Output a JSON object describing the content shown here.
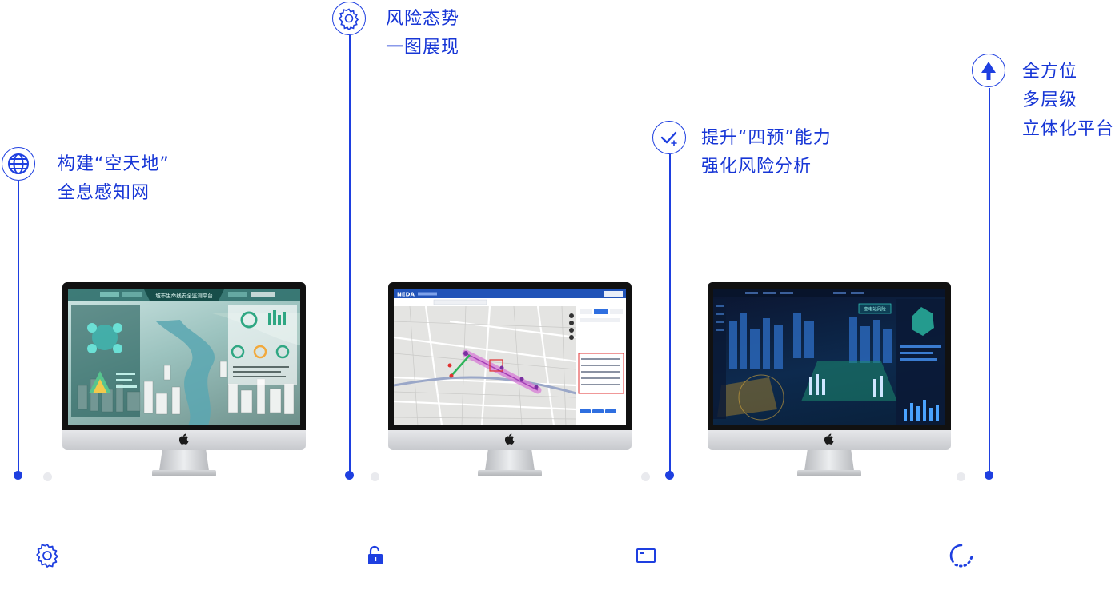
{
  "features": [
    {
      "icon": "globe-icon",
      "lines": [
        "构建“空天地”",
        "全息感知网"
      ]
    },
    {
      "icon": "gear-icon",
      "lines": [
        "风险态势",
        "一图展现"
      ]
    },
    {
      "icon": "check-sparkle-icon",
      "lines": [
        "提升“四预”能力",
        "强化风险分析"
      ]
    },
    {
      "icon": "arrow-up-icon",
      "lines": [
        "全方位",
        "多层级",
        "立体化平台"
      ]
    }
  ],
  "screens": [
    {
      "name": "3d-city-dashboard-screen",
      "title": "城市生命线安全监测平台"
    },
    {
      "name": "map-gis-screen",
      "logo": "NEDA"
    },
    {
      "name": "dark-3d-city-screen",
      "tag": "变电站风险"
    }
  ],
  "bottom_icons": [
    "gear-icon",
    "unlock-icon",
    "window-icon",
    "loading-icon"
  ],
  "colors": {
    "accent": "#1E3FE0",
    "text": "#1736D6",
    "inactive_dot": "#E9EAEE"
  }
}
